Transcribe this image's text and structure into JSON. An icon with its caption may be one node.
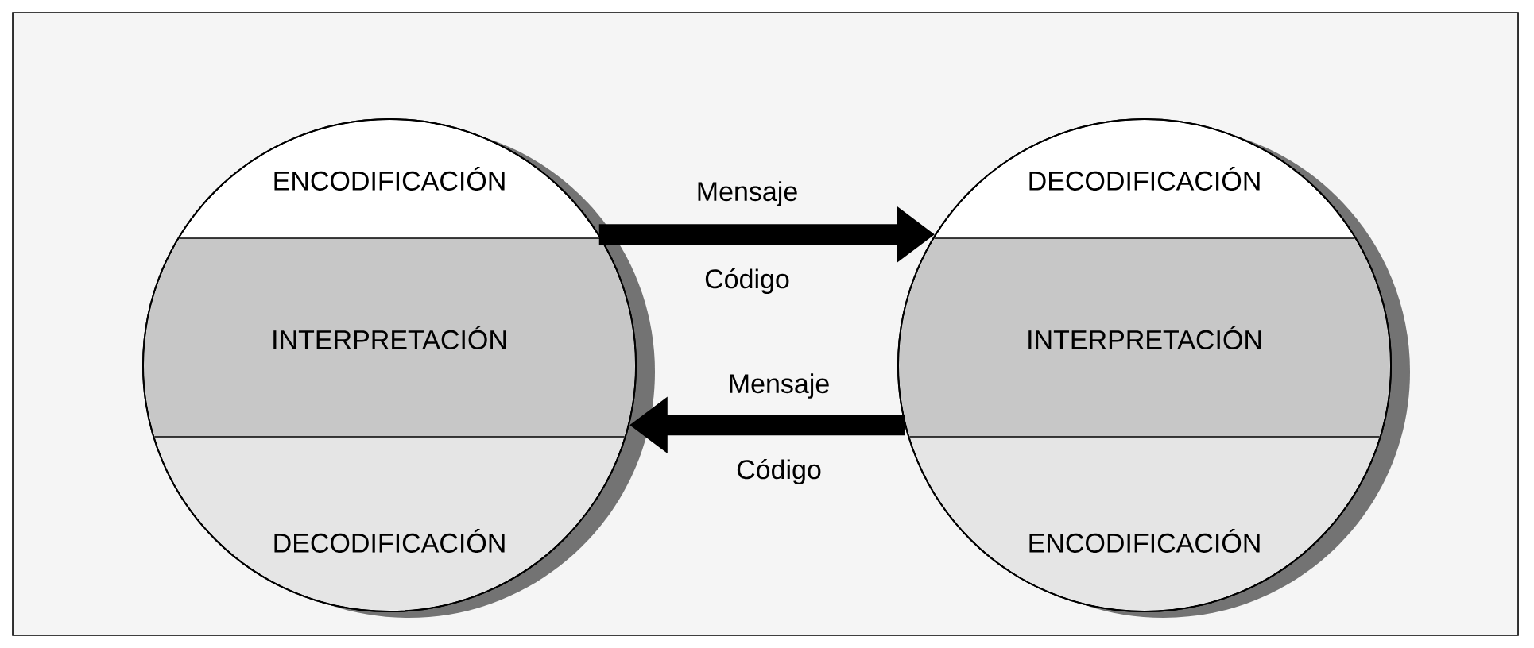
{
  "diagram": {
    "nodes": [
      {
        "text": [],
        "shape": "circle"
      },
      {
        "text": [
          "ENCODIFICACIÓN"
        ],
        "in": 0
      },
      {
        "text": [
          "INTERPRETACIÓN"
        ],
        "in": 0
      },
      {
        "text": [
          "DECODIFICACIÓN"
        ],
        "in": 0
      },
      {
        "text": [],
        "shape": "circle"
      },
      {
        "text": [
          "DECODIFICACIÓN"
        ],
        "in": 4
      },
      {
        "text": [
          "INTERPRETACIÓN"
        ],
        "in": 4
      },
      {
        "text": [
          "ENCODIFICACIÓN"
        ],
        "in": 4
      }
    ],
    "edges": [
      {
        "from": 0,
        "to": 4,
        "arrow": "to",
        "label": "Mensaje"
      },
      {
        "from": 4,
        "to": 0,
        "arrow": "to",
        "label": "Mensaje"
      }
    ],
    "labels": [
      "Código",
      "Código"
    ]
  }
}
